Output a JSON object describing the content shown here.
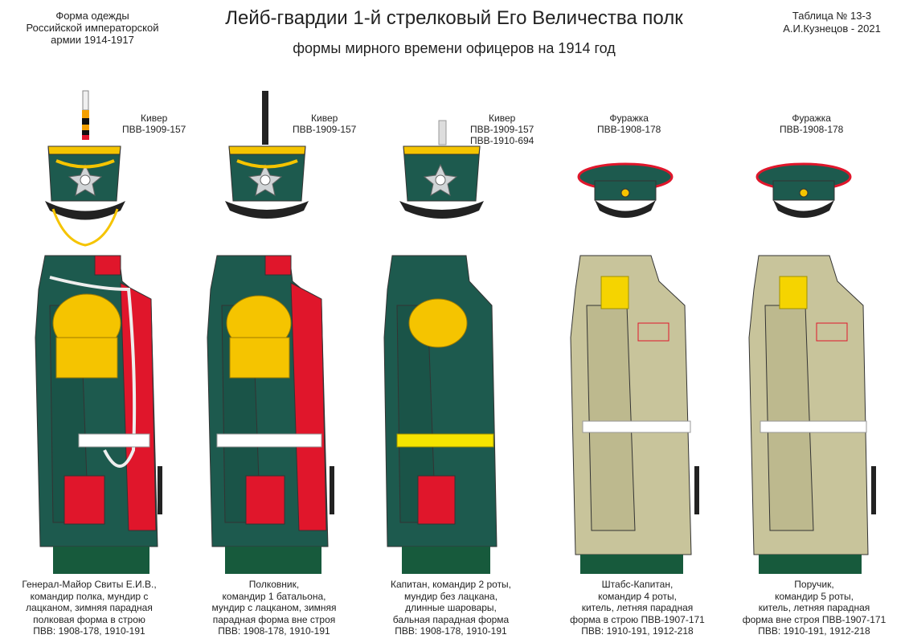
{
  "header": {
    "left_lines": [
      "Форма одежды",
      "Российской императорской",
      "армии  1914-1917"
    ],
    "title": "Лейб-гвардии 1-й стрелковый Его Величества полк",
    "subtitle": "формы мирного времени офицеров на 1914 год",
    "right_lines": [
      "Таблица №  13-3",
      "А.И.Кузнецов - 2021"
    ]
  },
  "figures": [
    {
      "hat_label": [
        "Кивер",
        "ПВВ-1909-157"
      ],
      "caption": [
        "Генерал-Майор Свиты Е.И.В.,",
        "командир полка, мундир с",
        "лацканом, зимняя парадная",
        "полковая форма в строю",
        "ПВВ: 1908-178, 1910-191"
      ]
    },
    {
      "hat_label": [
        "Кивер",
        "ПВВ-1909-157"
      ],
      "caption": [
        "Полковник,",
        "командир 1 батальона,",
        "мундир с лацканом, зимняя",
        "парадная  форма вне строя",
        "ПВВ: 1908-178, 1910-191"
      ]
    },
    {
      "hat_label": [
        "Кивер",
        "ПВВ-1909-157",
        "ПВВ-1910-694"
      ],
      "caption": [
        "Капитан, командир 2 роты,",
        "мундир без лацкана,",
        "длинные шаровары,",
        "бальная парадная форма",
        "ПВВ: 1908-178, 1910-191"
      ]
    },
    {
      "hat_label": [
        "Фуражка",
        "ПВВ-1908-178"
      ],
      "caption": [
        "Штабс-Капитан,",
        "командир 4 роты,",
        "китель, летняя парадная",
        "форма в строю ПВВ-1907-171",
        "ПВВ: 1910-191, 1912-218"
      ]
    },
    {
      "hat_label": [
        "Фуражка",
        "ПВВ-1908-178"
      ],
      "caption": [
        "Поручик,",
        "командир 5 роты,",
        "китель, летняя парадная",
        "форма вне строя ПВВ-1907-171",
        "ПВВ: 1910-191, 1912-218"
      ]
    }
  ],
  "colors": {
    "uniform_green": "#1d5a4e",
    "facing_red": "#e0162b",
    "gold": "#f5c400",
    "khaki": "#c8c49b",
    "trouser_green": "#175a3c",
    "white_belt": "#ffffff"
  }
}
